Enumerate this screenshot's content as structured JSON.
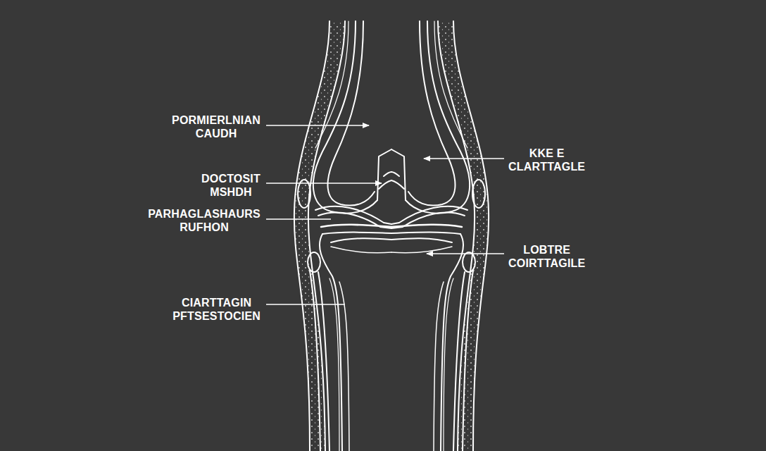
{
  "diagram": {
    "labels": [
      "PORMIERLNIAN CAUDH",
      "KKE E CLARTTAGLE",
      "DOCTOSIT MSHDH",
      "PARHAGLASHAURS RUFHON",
      "LOBTRE COIRTTAGILE",
      "CIARTTAGIN PFTSESTOCIEN"
    ]
  }
}
